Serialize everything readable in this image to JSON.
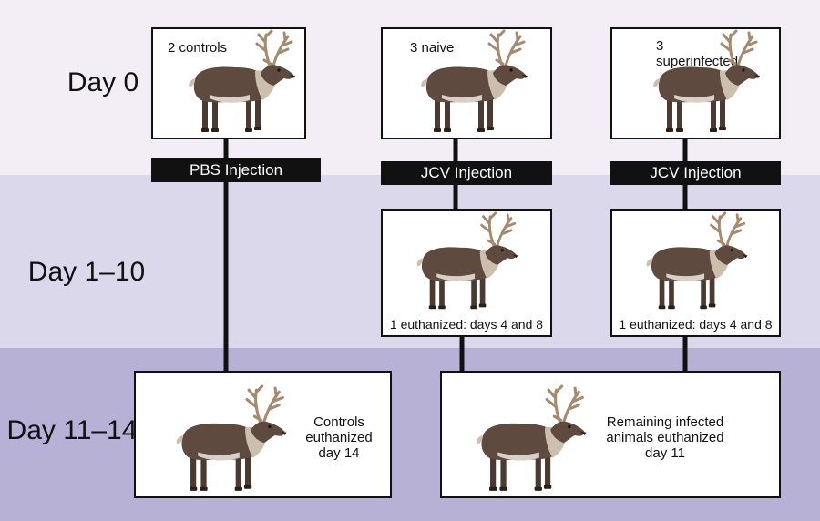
{
  "rows": {
    "day0": "Day 0",
    "day1_10": "Day 1–10",
    "day11_14": "Day 11–14"
  },
  "boxes": {
    "controls_label": "2 controls",
    "naive_label": "3 naive",
    "superinfected_label": "3\nsuperinfected",
    "naive_mid_label": "1 euthanized: days 4 and 8",
    "superinfected_mid_label": "1 euthanized: days 4 and 8",
    "controls_final_label": "Controls\neuthanized\nday 14",
    "infected_final_label": "Remaining infected\nanimals euthanized\nday 11"
  },
  "bars": {
    "pbs": "PBS Injection",
    "jcv_1": "JCV Injection",
    "jcv_2": "JCV Injection"
  },
  "colors": {
    "band_top": "#f3eef6",
    "band_mid": "#dcd8ec",
    "band_bottom": "#b7b1d6",
    "ink": "#111111",
    "deer_body": "#5e4a3f",
    "deer_mane": "#cdbfae",
    "antler": "#a58a6e"
  },
  "icons": [
    "reindeer-icon",
    "arrow-down-icon"
  ]
}
